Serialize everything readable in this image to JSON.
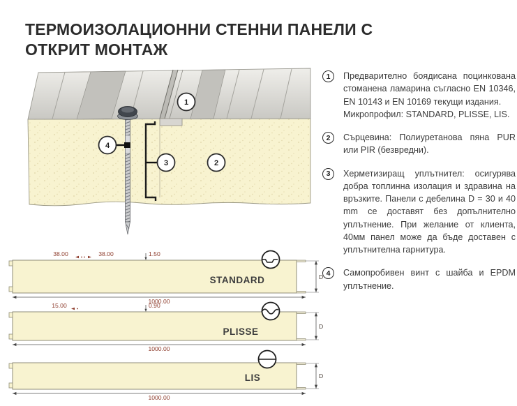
{
  "title": {
    "line1": "ТЕРМОИЗОЛАЦИОННИ СТЕННИ ПАНЕЛИ С",
    "line2": "ОТКРИТ МОНТАЖ"
  },
  "colors": {
    "foam": "#f8f3d0",
    "metal_light": "#ebeae6",
    "metal_dark": "#c7c6c1",
    "dimension_text": "#8d3b2b",
    "outline": "#2d2d2d"
  },
  "diagram": {
    "callouts": [
      "1",
      "2",
      "3",
      "4"
    ]
  },
  "specs": [
    {
      "num": "1",
      "text": "Предварително боядисана поцинкована стоманена ламарина съгласно EN 10346, EN 10143 и EN 10169 текущи издания.",
      "text2": "Микропрофил: STANDARD, PLISSE, LIS."
    },
    {
      "num": "2",
      "text": "Сърцевина: Полиуретанова пяна PUR или PIR (безвредни)."
    },
    {
      "num": "3",
      "text": "Херметизиращ уплътнител: осигурява добра топлинна изолация и здравина на връзките. Панели с дебелина D = 30 и 40 mm се доставят без допълнително уплътнение. При желание от клиента, 40мм панел може да бъде доставен с уплътнителна гарнитура."
    },
    {
      "num": "4",
      "text": "Самопробивен винт с шайба и EPDM уплътнение."
    }
  ],
  "profiles": [
    {
      "label": "STANDARD",
      "dim_a": "38.00",
      "dim_b": "38.00",
      "dim_t": "1.50",
      "dim_w": "1000.00",
      "dim_d": "D"
    },
    {
      "label": "PLISSE",
      "dim_a": "15.00",
      "dim_t": "0.90",
      "dim_w": "1000.00",
      "dim_d": "D"
    },
    {
      "label": "LIS",
      "dim_w": "1000.00",
      "dim_d": "D"
    }
  ]
}
